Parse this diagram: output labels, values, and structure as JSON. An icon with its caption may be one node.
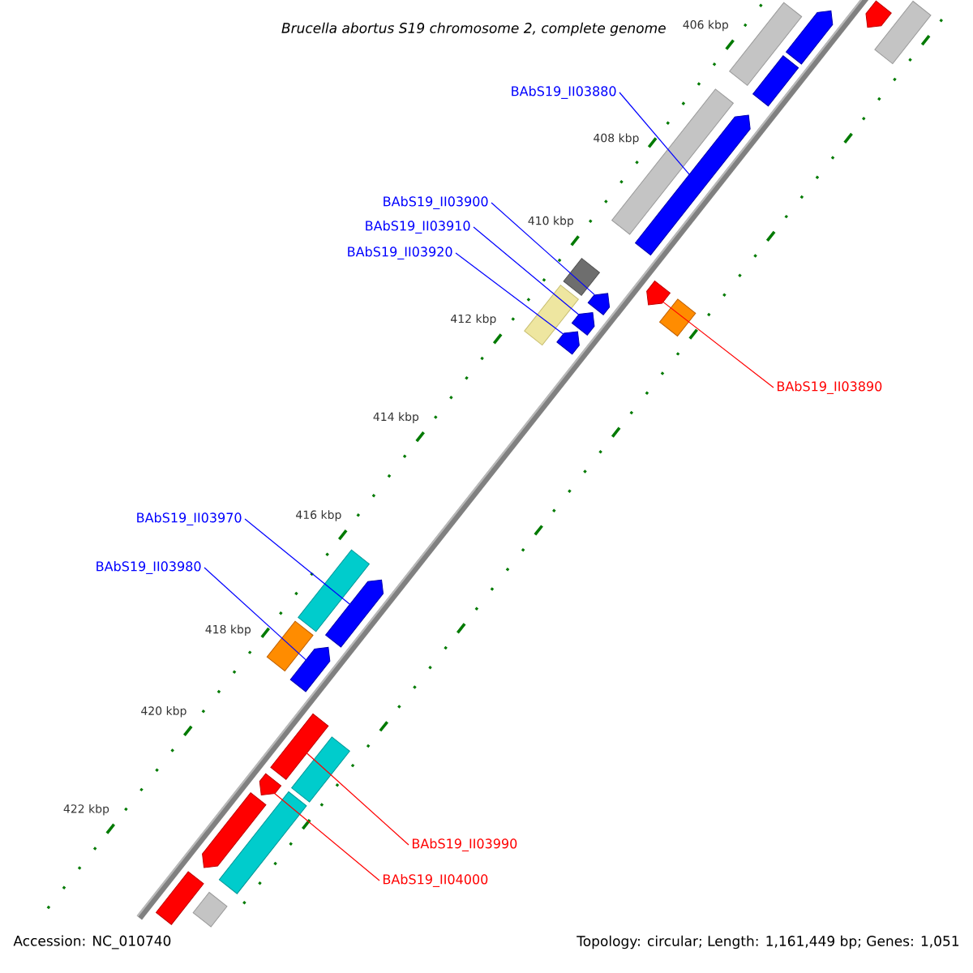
{
  "diagram": {
    "title": "Brucella abortus S19 chromosome 2, complete genome",
    "nodes": [
      {
        "text": [
          "BAbS19_II03880"
        ]
      },
      {
        "text": [
          "BAbS19_II03900"
        ]
      },
      {
        "text": [
          "BAbS19_II03910"
        ]
      },
      {
        "text": [
          "BAbS19_II03920"
        ]
      },
      {
        "text": [
          "BAbS19_II03890"
        ]
      },
      {
        "text": [
          "BAbS19_II03970"
        ]
      },
      {
        "text": [
          "BAbS19_II03980"
        ]
      },
      {
        "text": [
          "BAbS19_II03990"
        ]
      },
      {
        "text": [
          "BAbS19_II04000"
        ]
      },
      {
        "text": [],
        "shape": "box"
      },
      {
        "text": [],
        "shape": "pentagon"
      },
      {
        "text": [],
        "shape": "box"
      },
      {
        "text": [],
        "shape": "pentagon"
      },
      {
        "text": [],
        "shape": "box"
      },
      {
        "text": [],
        "shape": "pentagon"
      },
      {
        "text": [],
        "shape": "box"
      },
      {
        "text": [],
        "shape": "pentagon"
      },
      {
        "text": [],
        "shape": "box"
      },
      {
        "text": [],
        "shape": "box"
      },
      {
        "text": [],
        "shape": "pentagon"
      },
      {
        "text": [],
        "shape": "box"
      },
      {
        "text": [],
        "shape": "pentagon"
      },
      {
        "text": [],
        "shape": "pentagon"
      },
      {
        "text": [],
        "shape": "box"
      },
      {
        "text": [],
        "shape": "pentagon"
      },
      {
        "text": [],
        "shape": "box"
      },
      {
        "text": [],
        "shape": "pentagon"
      },
      {
        "text": [],
        "shape": "box"
      },
      {
        "text": [],
        "shape": "box"
      },
      {
        "text": [],
        "shape": "pentagon"
      },
      {
        "text": [],
        "shape": "box"
      },
      {
        "text": [],
        "shape": "pentagon"
      },
      {
        "text": [],
        "shape": "box"
      },
      {
        "text": [],
        "shape": "box"
      }
    ],
    "edges": [
      {
        "from": 0,
        "to": 14,
        "arrow": "none"
      },
      {
        "from": 1,
        "to": 19,
        "arrow": "none"
      },
      {
        "from": 2,
        "to": 21,
        "arrow": "none"
      },
      {
        "from": 3,
        "to": 22,
        "arrow": "none"
      },
      {
        "from": 4,
        "to": 16,
        "arrow": "none",
        "color": "#ff0000"
      },
      {
        "from": 5,
        "to": 24,
        "arrow": "none"
      },
      {
        "from": 6,
        "to": 26,
        "arrow": "none"
      },
      {
        "from": 7,
        "to": 27,
        "arrow": "none",
        "color": "#ff0000"
      },
      {
        "from": 8,
        "to": 29,
        "arrow": "none",
        "color": "#ff0000"
      }
    ],
    "labels": [
      "406 kbp",
      "408 kbp",
      "410 kbp",
      "412 kbp",
      "414 kbp",
      "416 kbp",
      "418 kbp",
      "420 kbp",
      "422 kbp",
      "Accession: NC_010740",
      "Topology: circular; Length: 1,161,449 bp; Genes: 1,051"
    ]
  }
}
